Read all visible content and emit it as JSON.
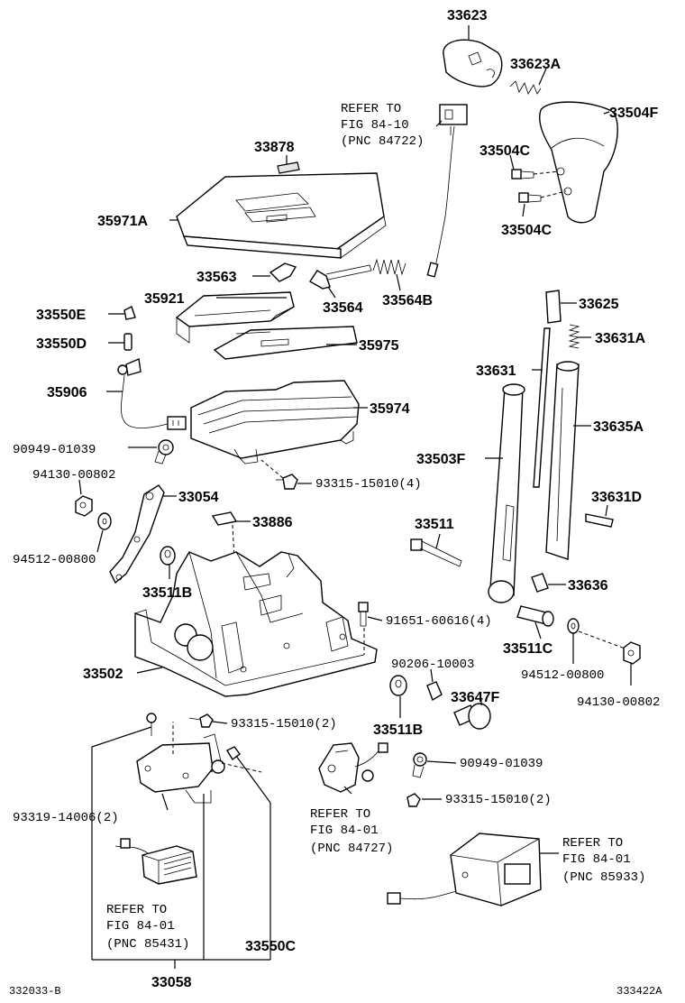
{
  "part_labels": {
    "p33623": "33623",
    "p33623A": "33623A",
    "p33504F": "33504F",
    "p33504C_a": "33504C",
    "p33504C_b": "33504C",
    "p33878": "33878",
    "p35971A": "35971A",
    "p33563": "33563",
    "p33564": "33564",
    "p33564B": "33564B",
    "p35921": "35921",
    "p33550E": "33550E",
    "p33550D": "33550D",
    "p35975": "35975",
    "p35906": "35906",
    "p35974": "35974",
    "p90949_a": "90949-01039",
    "p93315_a": "93315-15010(4)",
    "p94130_a": "94130-00802",
    "p33054": "33054",
    "p33886": "33886",
    "p94512_a": "94512-00800",
    "p33511B_a": "33511B",
    "p91651": "91651-60616(4)",
    "p33502": "33502",
    "p93315_b": "93315-15010(2)",
    "p93319": "93319-14006(2)",
    "p33058": "33058",
    "p33550C": "33550C",
    "p33625": "33625",
    "p33631A": "33631A",
    "p33631": "33631",
    "p33635A": "33635A",
    "p33503F": "33503F",
    "p33631D": "33631D",
    "p33511": "33511",
    "p33636": "33636",
    "p33511C": "33511C",
    "p94512_b": "94512-00800",
    "p94130_b": "94130-00802",
    "p90206": "90206-10003",
    "p33647F": "33647F",
    "p33511B_b": "33511B",
    "p90949_b": "90949-01039",
    "p93315_c": "93315-15010(2)"
  },
  "references": {
    "ref_84722": {
      "line1": "REFER TO",
      "line2": "FIG 84-10",
      "line3": "(PNC 84722)"
    },
    "ref_84727": {
      "line1": "REFER TO",
      "line2": "FIG 84-01",
      "line3": "(PNC 84727)"
    },
    "ref_85431": {
      "line1": "REFER TO",
      "line2": "FIG 84-01",
      "line3": "(PNC 85431)"
    },
    "ref_85933": {
      "line1": "REFER TO",
      "line2": "FIG 84-01",
      "line3": "(PNC 85933)"
    }
  },
  "footer": {
    "left_code": "332033-B",
    "right_code": "333422A"
  }
}
